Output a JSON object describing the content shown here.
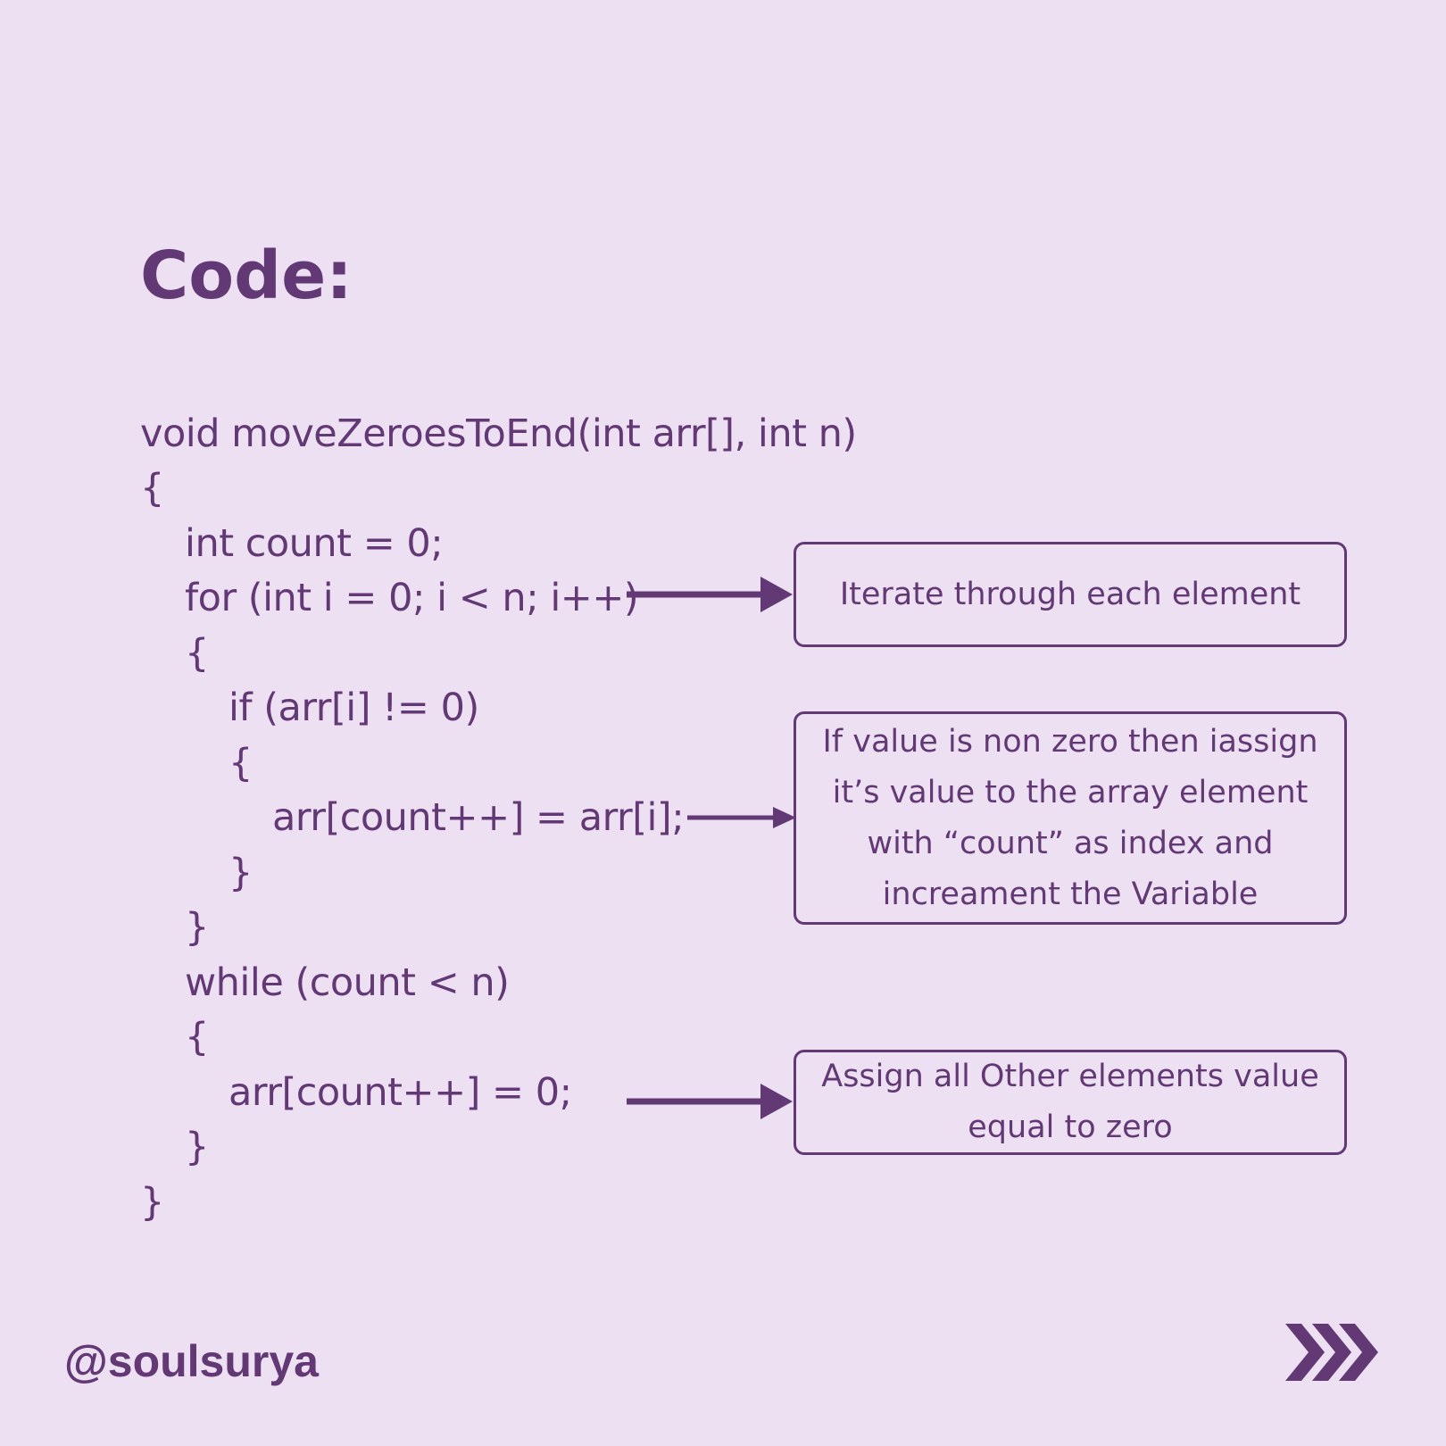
{
  "title": "Code:",
  "code": {
    "lines": [
      "void moveZeroesToEnd(int arr[], int n)",
      "{",
      "int count = 0;",
      "for (int i = 0; i < n; i++)",
      "{",
      "if (arr[i] != 0)",
      "{",
      "arr[count++] = arr[i];",
      "}",
      "}",
      "while (count < n)",
      "{",
      "arr[count++] = 0;",
      "}",
      "}"
    ]
  },
  "notes": {
    "iterate": "Iterate through each element",
    "assign_nonzero": [
      "If value is non zero then iassign",
      "it’s value to the array element",
      "with “count” as index and",
      "increament the Variable"
    ],
    "assign_zero": [
      "Assign all Other elements value",
      "equal to zero"
    ]
  },
  "footer": {
    "handle": "@soulsurya",
    "next_icon": "triple-chevron-right-icon"
  },
  "colors": {
    "background": "#ede0f3",
    "accent": "#633975"
  }
}
